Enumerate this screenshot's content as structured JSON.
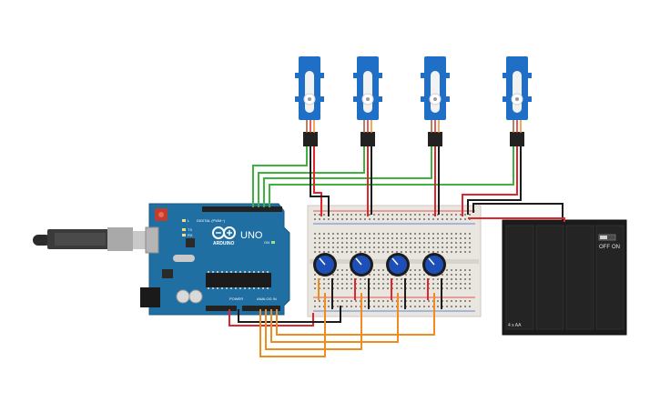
{
  "arduino": {
    "brand": "ARDUINO",
    "model": "UNO",
    "header_digital": "DIGITAL (PWM~)",
    "header_power": "POWER",
    "header_analog": "ANALOG IN",
    "label_l": "L",
    "label_tx": "TX",
    "label_rx": "RX",
    "label_on": "ON"
  },
  "battery": {
    "switch_off": "OFF",
    "switch_on": "ON",
    "capacity": "4 x AA"
  },
  "servos": {
    "count": 4
  },
  "potentiometers": {
    "count": 4
  },
  "wire_colors": {
    "signal_green": "#3fb13f",
    "power_red": "#e0252c",
    "ground_black": "#1c1c1c",
    "analog_orange": "#f08c1e"
  }
}
